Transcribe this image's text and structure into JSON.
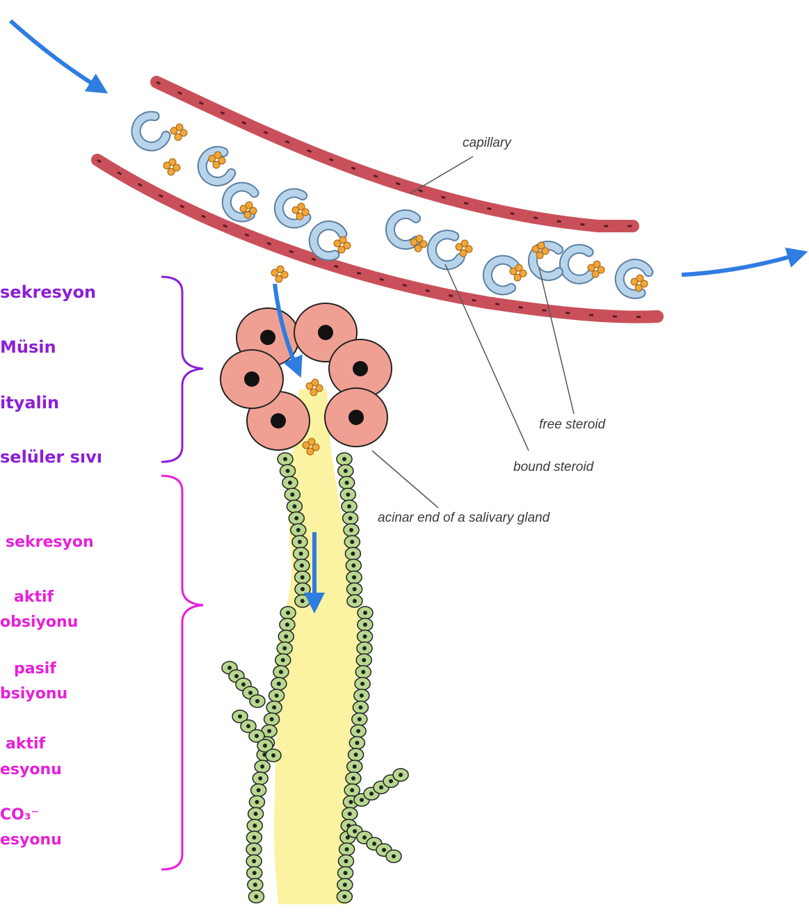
{
  "upper_brace_labels": {
    "l1": "sekresyon",
    "l2": "Müsin",
    "l3": "ityalin",
    "l4": "selüler sıvı"
  },
  "lower_brace_labels": {
    "l1": "sekresyon",
    "l2a": "aktif",
    "l2b": "obsiyonu",
    "l3a": "pasif",
    "l3b": "bsiyonu",
    "l4a": "aktif",
    "l4b": "esyonu",
    "l5a": "CO₃⁻",
    "l5b": "esyonu"
  },
  "diagram_labels": {
    "capillary": "capillary",
    "free_steroid": "free steroid",
    "bound_steroid": "bound steroid",
    "acinar": "acinar end of a salivary gland"
  },
  "colors": {
    "vessel_wall": "#c9505a",
    "vessel_nucleus": "#5a1a22",
    "lumen": "#fbf3a2",
    "acinar_cell": "#f0a093",
    "duct_cell": "#b8d88f",
    "binding_protein": "#b8d4ea",
    "steroid": "#f0a63a",
    "arrow": "#2f7de0",
    "brace_upper": "#8b1fd6",
    "brace_lower": "#e81fd9"
  }
}
